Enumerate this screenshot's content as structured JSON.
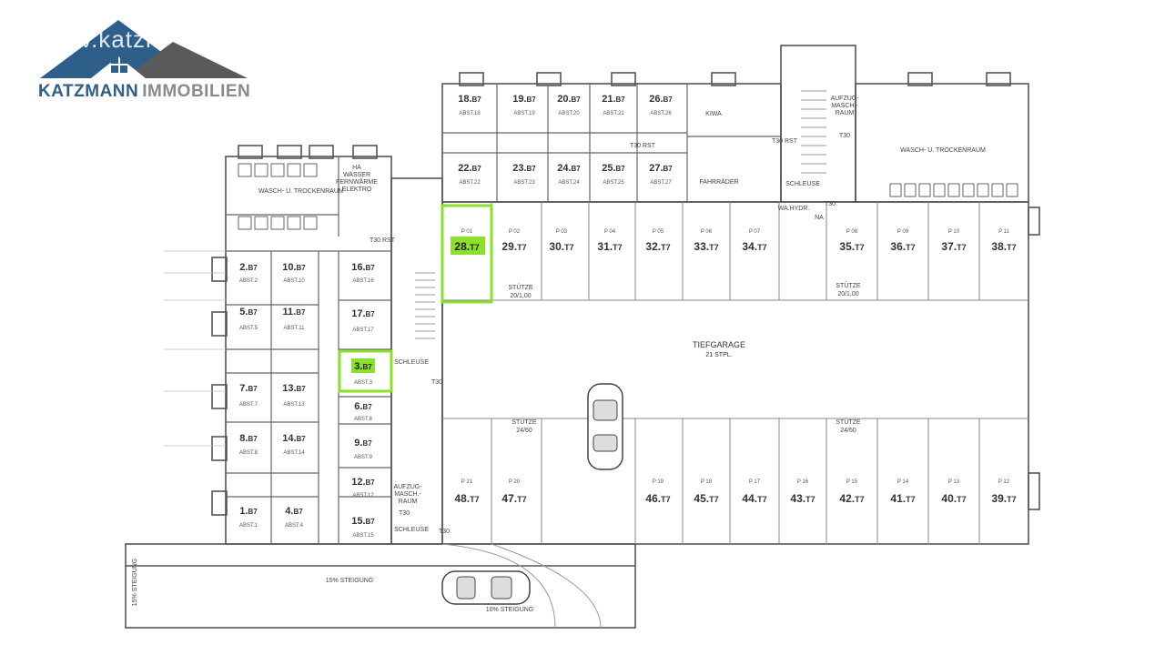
{
  "logo": {
    "brand_primary": "KATZMANN",
    "brand_secondary": "IMMOBILIEN",
    "url_fragment": "v.katzm",
    "colors": {
      "primary": "#2d5f8a",
      "secondary": "#8a8a8a"
    }
  },
  "highlight_color": "#8ae02a",
  "rooms": {
    "wasch_left": "WASCH- U. TROCKENRAUM",
    "ha_line1": "HA",
    "ha_line2": "WASSER",
    "ha_line3": "FERNWÄRME",
    "ha_line4": "ELEKTRO",
    "kiwa": "KIWA",
    "fahrrader": "FAHRRÄDER",
    "aufzug_top_1": "AUFZUG-",
    "aufzug_top_2": "MASCH.-",
    "aufzug_top_3": "RAUM",
    "wasch_right": "WASCH- U. TROCKENRAUM",
    "aufzug_left_1": "AUFZUG-",
    "aufzug_left_2": "MASCH.-",
    "aufzug_left_3": "RAUM",
    "schleuse_left": "SCHLEUSE",
    "schleuse_bottom": "SCHLEUSE",
    "schleuse_top": "SCHLEUSE",
    "tiefgarage": "TIEFGARAGE",
    "tiefgarage_sub": "21 STPL.",
    "wa_hydr": "WA.HYDR.",
    "na": "NA",
    "ramp_steigung_left": "15% STEIGUNG",
    "ramp_steigung_main": "15% STEIGUNG",
    "ramp_steigung_bottom": "10% STEIGUNG",
    "t30_labels": [
      "T30 RST",
      "T30",
      "T30",
      "T30",
      "T30 RST",
      "T30 RST",
      "T30",
      "T30"
    ],
    "stuetze_1": "STÜTZE",
    "stuetze_1b": "20/1,00",
    "stuetze_2": "STÜTZE",
    "stuetze_2b": "20/1,00",
    "stuetze_3": "STÜTZE",
    "stuetze_3b": "24/60",
    "stuetze_4": "STÜTZE",
    "stuetze_4b": "24/60"
  },
  "storage_left": [
    {
      "num": "2.",
      "sfx": "B7",
      "abst": "ABST.2"
    },
    {
      "num": "10.",
      "sfx": "B7",
      "abst": "ABST.10"
    },
    {
      "num": "16.",
      "sfx": "B7",
      "abst": "ABST.16"
    },
    {
      "num": "5.",
      "sfx": "B7",
      "abst": "ABST.5"
    },
    {
      "num": "11.",
      "sfx": "B7",
      "abst": "ABST.11"
    },
    {
      "num": "17.",
      "sfx": "B7",
      "abst": "ABST.17"
    },
    {
      "num": "3.",
      "sfx": "B7",
      "abst": "ABST.3"
    },
    {
      "num": "7.",
      "sfx": "B7",
      "abst": "ABST.7"
    },
    {
      "num": "13.",
      "sfx": "B7",
      "abst": "ABST.13"
    },
    {
      "num": "6.",
      "sfx": "B7",
      "abst": "ABST.6"
    },
    {
      "num": "8.",
      "sfx": "B7",
      "abst": "ABST.8"
    },
    {
      "num": "14.",
      "sfx": "B7",
      "abst": "ABST.14"
    },
    {
      "num": "9.",
      "sfx": "B7",
      "abst": "ABST.9"
    },
    {
      "num": "12.",
      "sfx": "B7",
      "abst": "ABST.12"
    },
    {
      "num": "1.",
      "sfx": "B7",
      "abst": "ABST.1"
    },
    {
      "num": "4.",
      "sfx": "B7",
      "abst": "ABST.4"
    },
    {
      "num": "15.",
      "sfx": "B7",
      "abst": "ABST.15"
    }
  ],
  "storage_top": [
    {
      "num": "18.",
      "sfx": "B7",
      "abst": "ABST.18"
    },
    {
      "num": "19.",
      "sfx": "B7",
      "abst": "ABST.19"
    },
    {
      "num": "20.",
      "sfx": "B7",
      "abst": "ABST.20"
    },
    {
      "num": "21.",
      "sfx": "B7",
      "abst": "ABST.21"
    },
    {
      "num": "26.",
      "sfx": "B7",
      "abst": "ABST.26"
    },
    {
      "num": "22.",
      "sfx": "B7",
      "abst": "ABST.22"
    },
    {
      "num": "23.",
      "sfx": "B7",
      "abst": "ABST.23"
    },
    {
      "num": "24.",
      "sfx": "B7",
      "abst": "ABST.24"
    },
    {
      "num": "25.",
      "sfx": "B7",
      "abst": "ABST.25"
    },
    {
      "num": "27.",
      "sfx": "B7",
      "abst": "ABST.27"
    }
  ],
  "parking_top": [
    {
      "p": "P 01",
      "num": "28.",
      "sfx": "T7"
    },
    {
      "p": "P 02",
      "num": "29.",
      "sfx": "T7"
    },
    {
      "p": "P 03",
      "num": "30.",
      "sfx": "T7"
    },
    {
      "p": "P 04",
      "num": "31.",
      "sfx": "T7"
    },
    {
      "p": "P 05",
      "num": "32.",
      "sfx": "T7"
    },
    {
      "p": "P 06",
      "num": "33.",
      "sfx": "T7"
    },
    {
      "p": "P 07",
      "num": "34.",
      "sfx": "T7"
    },
    {
      "p": "P 08",
      "num": "35.",
      "sfx": "T7"
    },
    {
      "p": "P 09",
      "num": "36.",
      "sfx": "T7"
    },
    {
      "p": "P 10",
      "num": "37.",
      "sfx": "T7"
    },
    {
      "p": "P 11",
      "num": "38.",
      "sfx": "T7"
    }
  ],
  "parking_bottom": [
    {
      "p": "P 21",
      "num": "48.",
      "sfx": "T7"
    },
    {
      "p": "P 20",
      "num": "47.",
      "sfx": "T7"
    },
    {
      "p": "P 19",
      "num": "46.",
      "sfx": "T7"
    },
    {
      "p": "P 18",
      "num": "45.",
      "sfx": "T7"
    },
    {
      "p": "P 17",
      "num": "44.",
      "sfx": "T7"
    },
    {
      "p": "P 16",
      "num": "43.",
      "sfx": "T7"
    },
    {
      "p": "P 15",
      "num": "42.",
      "sfx": "T7"
    },
    {
      "p": "P 14",
      "num": "41.",
      "sfx": "T7"
    },
    {
      "p": "P 13",
      "num": "40.",
      "sfx": "T7"
    },
    {
      "p": "P 12",
      "num": "39.",
      "sfx": "T7"
    }
  ],
  "highlighted": [
    "3.",
    "28."
  ]
}
